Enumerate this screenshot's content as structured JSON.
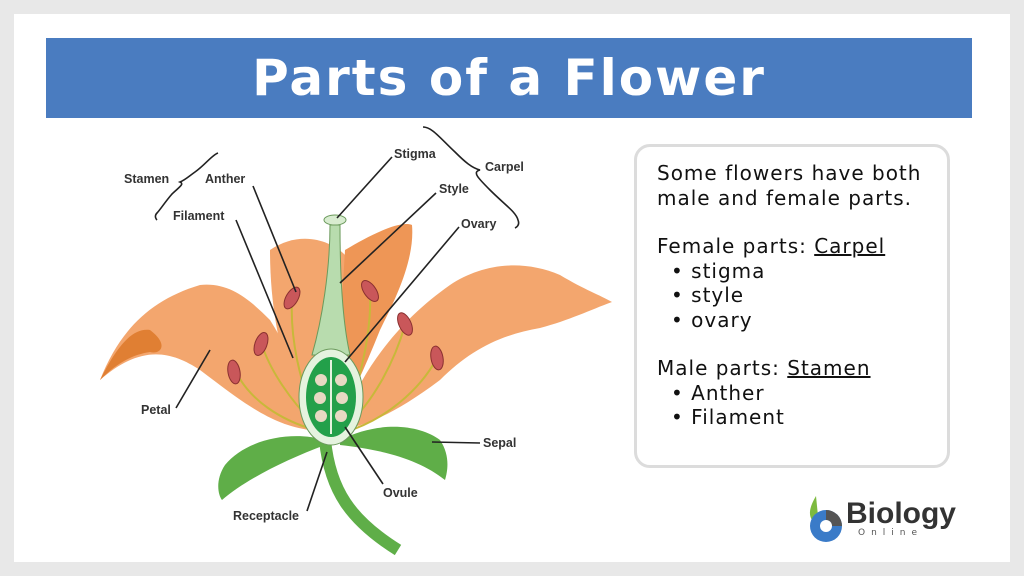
{
  "title": "Parts of a Flower",
  "diagram": {
    "labels": {
      "stamen": "Stamen",
      "anther": "Anther",
      "filament": "Filament",
      "stigma": "Stigma",
      "carpel": "Carpel",
      "style": "Style",
      "ovary": "Ovary",
      "petal": "Petal",
      "sepal": "Sepal",
      "ovule": "Ovule",
      "receptacle": "Receptacle"
    },
    "colors": {
      "petal": "#f3a66e",
      "petal_dark": "#e07f33",
      "green": "#5fae48",
      "anther": "#c9575a"
    }
  },
  "info": {
    "intro": "Some flowers have both male and female parts.",
    "female_prefix": "Female parts: ",
    "female_term": "Carpel",
    "female_items": [
      "stigma",
      "style",
      "ovary"
    ],
    "male_prefix": "Male parts: ",
    "male_term": "Stamen",
    "male_items": [
      "Anther",
      "Filament"
    ]
  },
  "logo": {
    "word": "Biology",
    "sub": "Online"
  },
  "colors": {
    "title_bar": "#4a7cc0",
    "box_border": "#dcdcdc"
  }
}
